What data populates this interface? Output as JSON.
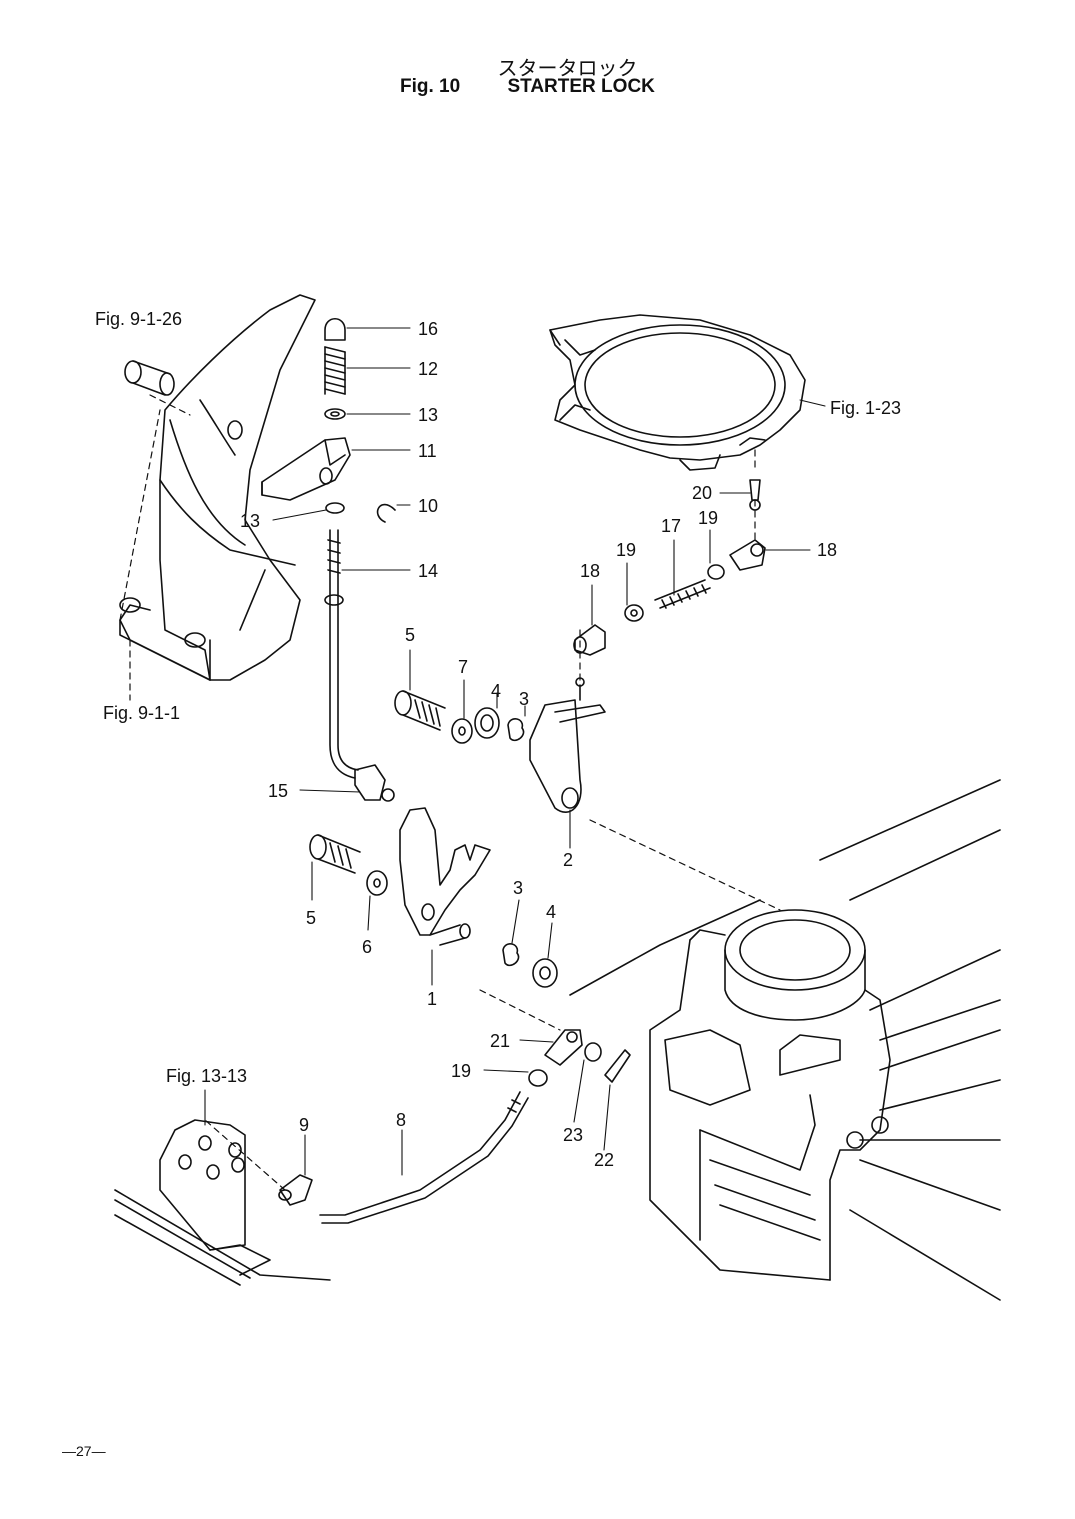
{
  "header": {
    "title_jp": "スタータロック",
    "fig_number": "Fig. 10",
    "title_en": "STARTER LOCK"
  },
  "refs": {
    "fig_9_1_26": "Fig. 9-1-26",
    "fig_9_1_1": "Fig. 9-1-1",
    "fig_1_23": "Fig. 1-23",
    "fig_13_13": "Fig. 13-13"
  },
  "callouts": {
    "c16": "16",
    "c12": "12",
    "c13a": "13",
    "c11": "11",
    "c10": "10",
    "c13b": "13",
    "c14": "14",
    "c15": "15",
    "c5a": "5",
    "c7": "7",
    "c4a": "4",
    "c3a": "3",
    "c2": "2",
    "c18a": "18",
    "c19a": "19",
    "c17": "17",
    "c19b": "19",
    "c18b": "18",
    "c20": "20",
    "c5b": "5",
    "c6": "6",
    "c3b": "3",
    "c4b": "4",
    "c1": "1",
    "c21": "21",
    "c19c": "19",
    "c23": "23",
    "c22": "22",
    "c9": "9",
    "c8": "8"
  },
  "footer": {
    "page": "—27—"
  }
}
